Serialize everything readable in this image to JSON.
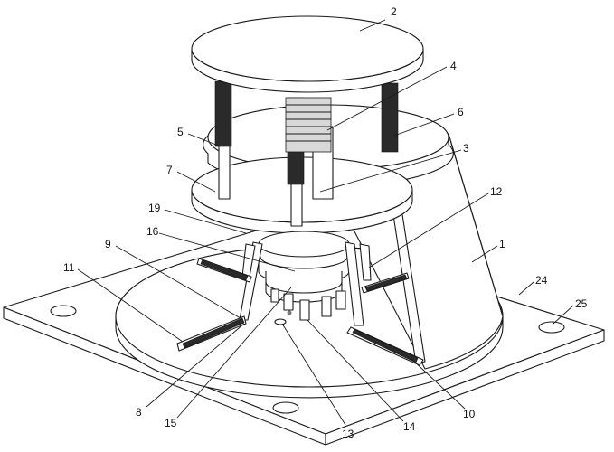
{
  "labels": {
    "l1": "1",
    "l2": "2",
    "l3": "3",
    "l4": "4",
    "l5": "5",
    "l6": "6",
    "l7": "7",
    "l8": "8",
    "l9": "9",
    "l10": "10",
    "l11": "11",
    "l12": "12",
    "l13": "13",
    "l14": "14",
    "l15": "15",
    "l16": "16",
    "l19": "19",
    "l24": "24",
    "l25": "25"
  },
  "colors": {
    "line": "#1a1a1a",
    "spring": "#2a2a2a",
    "background": "#ffffff"
  }
}
